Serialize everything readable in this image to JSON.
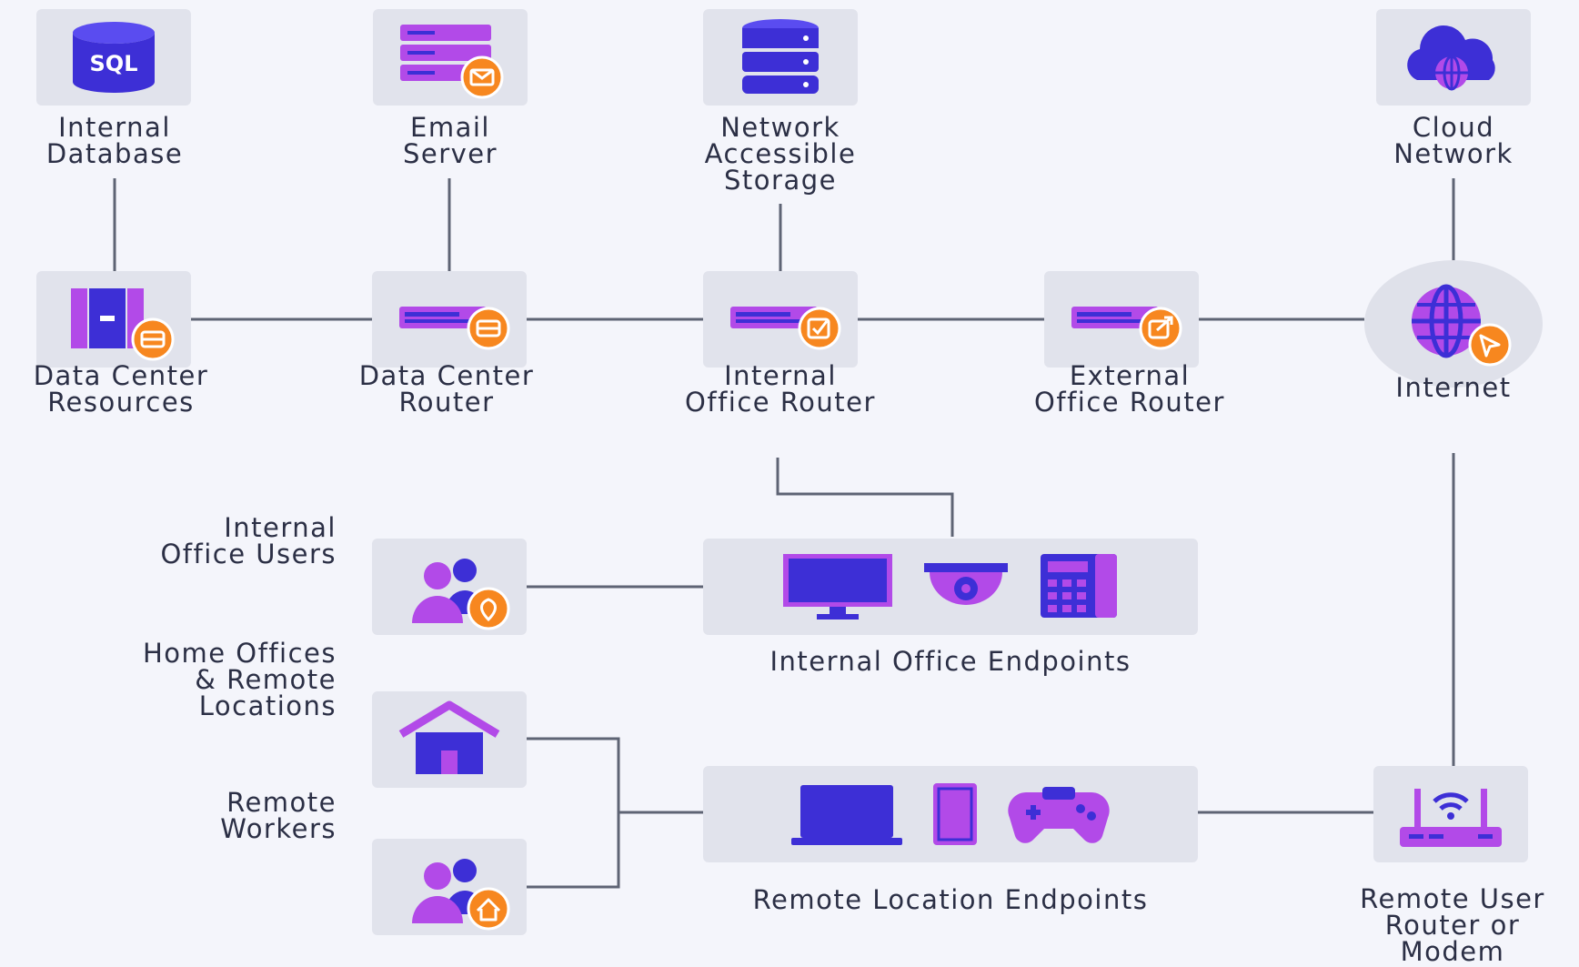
{
  "nodes": {
    "internal_database": {
      "lines": [
        "Internal",
        "Database"
      ],
      "badge_text": "SQL"
    },
    "email_server": {
      "lines": [
        "Email",
        "Server"
      ]
    },
    "network_storage": {
      "lines": [
        "Network",
        "Accessible",
        "Storage"
      ]
    },
    "cloud_network": {
      "lines": [
        "Cloud",
        "Network"
      ]
    },
    "data_center_resources": {
      "lines": [
        "Data Center",
        "Resources"
      ]
    },
    "data_center_router": {
      "lines": [
        "Data Center",
        "Router"
      ]
    },
    "internal_office_router": {
      "lines": [
        "Internal",
        "Office Router"
      ]
    },
    "external_office_router": {
      "lines": [
        "External",
        "Office Router"
      ]
    },
    "internet": {
      "lines": [
        "Internet"
      ]
    },
    "internal_office_users": {
      "lines": [
        "Internal",
        "Office Users"
      ]
    },
    "internal_office_endpoints": {
      "lines": [
        "Internal Office Endpoints"
      ]
    },
    "home_offices": {
      "lines": [
        "Home Offices",
        "& Remote",
        "Locations"
      ]
    },
    "remote_workers": {
      "lines": [
        "Remote",
        "Workers"
      ]
    },
    "remote_location_endpoints": {
      "lines": [
        "Remote Location Endpoints"
      ]
    },
    "remote_user_router": {
      "lines": [
        "Remote User",
        "Router or",
        "Modem"
      ]
    }
  },
  "colors": {
    "primary": "#3d2fd6",
    "accent": "#b24ae8",
    "badge": "#f7871f",
    "tile": "#e1e3ec",
    "connector": "#5e6474",
    "text": "#2b2f45"
  },
  "icons": {
    "internal_database": "database-icon",
    "email_server": "server-rack-icon",
    "network_storage": "storage-stack-icon",
    "cloud_network": "cloud-icon",
    "data_center_resources": "server-cabinet-icon",
    "data_center_router": "router-switch-icon",
    "internal_office_router": "router-switch-icon",
    "external_office_router": "router-switch-icon",
    "internet": "globe-icon",
    "internal_office_users": "users-icon",
    "internal_office_endpoints": [
      "monitor-icon",
      "camera-icon",
      "phone-icon"
    ],
    "home_offices": "house-icon",
    "remote_workers": "users-icon",
    "remote_location_endpoints": [
      "laptop-icon",
      "tablet-icon",
      "gamepad-icon"
    ],
    "remote_user_router": "wifi-router-icon"
  }
}
